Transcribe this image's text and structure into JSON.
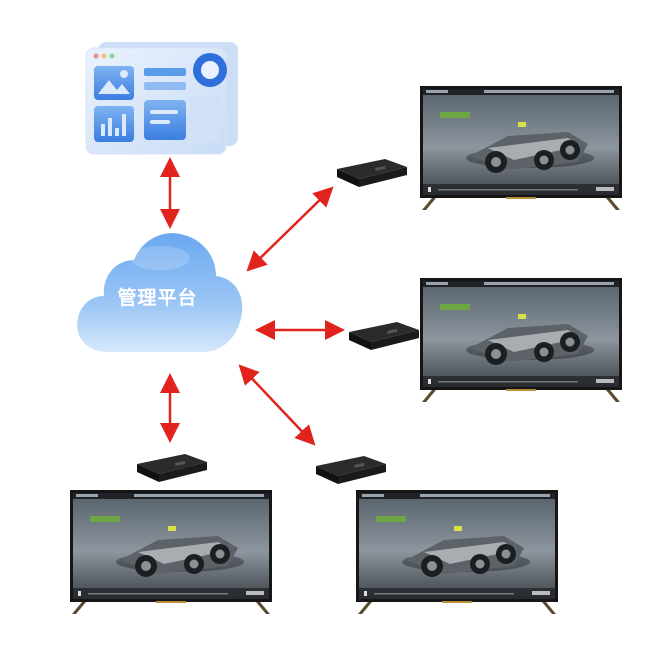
{
  "platform": {
    "label": "管理平台"
  },
  "colors": {
    "arrow": "#e0231c",
    "cloud": "#4a90e8",
    "screen": "#3b4046",
    "stand": "#6b5a3a"
  },
  "nodes": [
    {
      "id": "tv-1",
      "icon": "monitor-icon",
      "box_icon": "set-top-box-icon"
    },
    {
      "id": "tv-2",
      "icon": "monitor-icon",
      "box_icon": "set-top-box-icon"
    },
    {
      "id": "tv-3",
      "icon": "monitor-icon",
      "box_icon": "set-top-box-icon"
    },
    {
      "id": "tv-4",
      "icon": "monitor-icon",
      "box_icon": "set-top-box-icon"
    }
  ],
  "icons": {
    "dashboard": "dashboard-icon",
    "cloud": "cloud-icon",
    "arrow": "double-arrow-icon"
  }
}
